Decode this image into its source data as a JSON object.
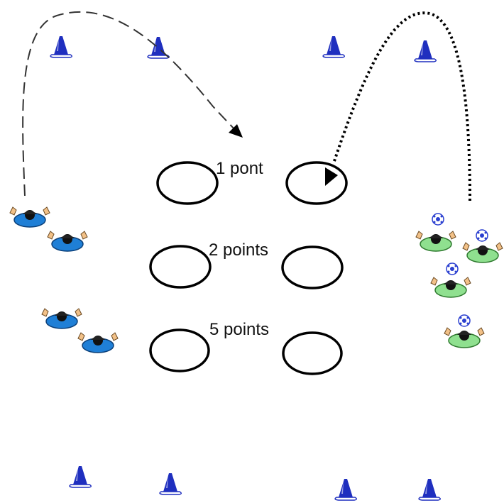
{
  "zones": [
    {
      "label": "1 pont"
    },
    {
      "label": "2 points"
    },
    {
      "label": "5 points"
    }
  ],
  "teams": [
    {
      "name": "",
      "shirt_color": "#1f7fd6",
      "players": 4
    },
    {
      "name": "",
      "shirt_color": "#8fe08f",
      "players": 4,
      "with_ball": true
    }
  ],
  "cones": {
    "color": "#1f2fbf",
    "count": 8
  },
  "paths": [
    {
      "style": "dashed",
      "from": "blue-team",
      "to": "1-point-zone"
    },
    {
      "style": "dotted",
      "from": "green-team",
      "to": "1-point-zone"
    }
  ],
  "icons": [
    "cone-icon",
    "player-icon",
    "ball-icon",
    "arrow-head-icon"
  ]
}
